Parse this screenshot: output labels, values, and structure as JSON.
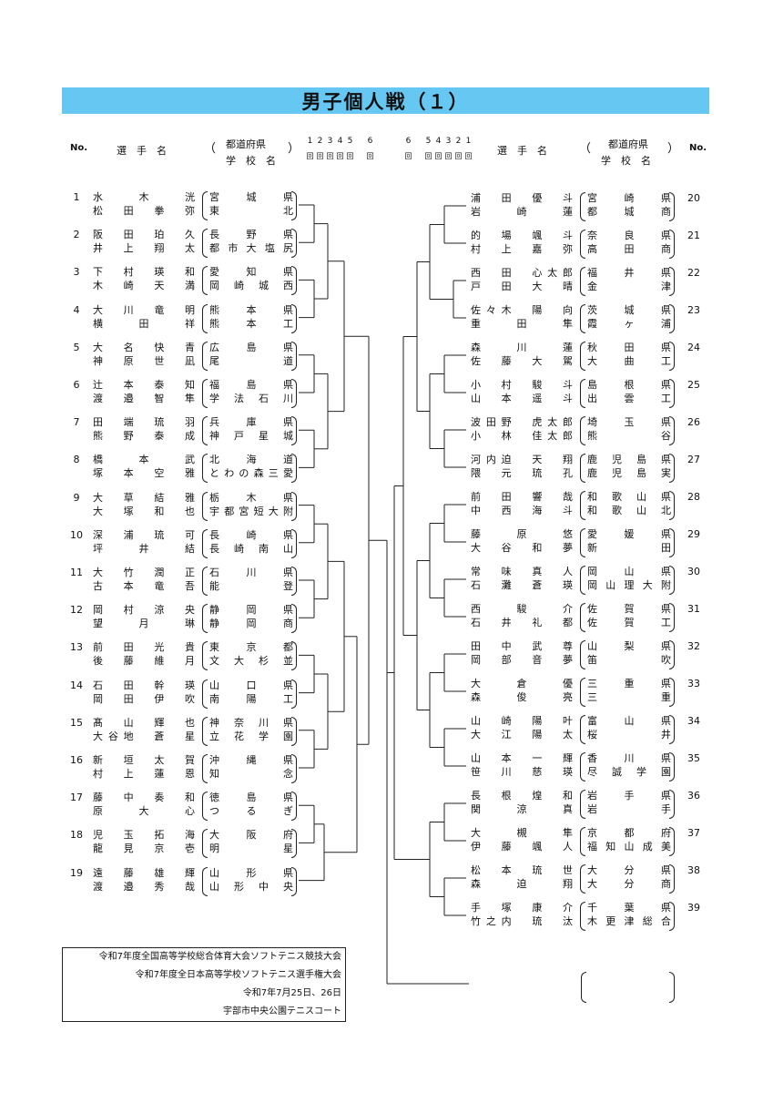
{
  "title": "男子個人戦（１）",
  "header": {
    "no_label": "No.",
    "player_label": "選　手　名",
    "pref_label": "都道府県",
    "school_label": "学　校　名",
    "rounds_left": [
      "1",
      "2",
      "3",
      "4",
      "5",
      "6"
    ],
    "rounds_right": [
      "6",
      "5",
      "4",
      "3",
      "2",
      "1"
    ],
    "round_mark": "回"
  },
  "left_entries": [
    {
      "no": "1",
      "p1": "水　木　洸",
      "p2": "松　田　拳　弥",
      "s1": "宮　城　県",
      "s2": "東　北"
    },
    {
      "no": "2",
      "p1": "阪　田　珀　久",
      "p2": "井　上　翔　太",
      "s1": "長　野　県",
      "s2": "都市大塩尻"
    },
    {
      "no": "3",
      "p1": "下　村　瑛　和",
      "p2": "木　崎　天　満",
      "s1": "愛　知　県",
      "s2": "岡崎城西"
    },
    {
      "no": "4",
      "p1": "大　川　竜　明",
      "p2": "横　田　祥",
      "s1": "熊　本　県",
      "s2": "熊　本　工"
    },
    {
      "no": "5",
      "p1": "大　名　快　青",
      "p2": "神　原　世　凪",
      "s1": "広　島　県",
      "s2": "尾　道"
    },
    {
      "no": "6",
      "p1": "辻　本　泰　知",
      "p2": "渡　邉　智　隼",
      "s1": "福　島　県",
      "s2": "学法石川"
    },
    {
      "no": "7",
      "p1": "田　端　琉　羽",
      "p2": "熊　野　泰　成",
      "s1": "兵　庫　県",
      "s2": "神戸星城"
    },
    {
      "no": "8",
      "p1": "橋　本　武",
      "p2": "塚　本　空　雅",
      "s1": "北　海　道",
      "s2": "とわの森三愛"
    },
    {
      "no": "9",
      "p1": "大　草　結　雅",
      "p2": "大　塚　和　也",
      "s1": "栃　木　県",
      "s2": "宇都宮短大附"
    },
    {
      "no": "10",
      "p1": "深　浦　琉　可",
      "p2": "坪　井　結",
      "s1": "長　崎　県",
      "s2": "長崎南山"
    },
    {
      "no": "11",
      "p1": "大　竹　潤　正",
      "p2": "古　本　竜　吾",
      "s1": "石　川　県",
      "s2": "能　登"
    },
    {
      "no": "12",
      "p1": "岡　村　涼　央",
      "p2": "望　月　琳",
      "s1": "静　岡　県",
      "s2": "静　岡　商"
    },
    {
      "no": "13",
      "p1": "前　田　光　貴",
      "p2": "後　藤　維　月",
      "s1": "東　京　都",
      "s2": "文大杉並"
    },
    {
      "no": "14",
      "p1": "石　田　幹　瑛",
      "p2": "岡　田　伊　吹",
      "s1": "山　口　県",
      "s2": "南　陽　工"
    },
    {
      "no": "15",
      "p1": "髙　山　輝　也",
      "p2": "大谷地　蒼　星",
      "s1": "神奈川県",
      "s2": "立花学園"
    },
    {
      "no": "16",
      "p1": "新　垣　太　賀",
      "p2": "村　上　蓮　恩",
      "s1": "沖　縄　県",
      "s2": "知　念"
    },
    {
      "no": "17",
      "p1": "藤　中　奏　和",
      "p2": "原　大　心",
      "s1": "徳　島　県",
      "s2": "つ　る　ぎ"
    },
    {
      "no": "18",
      "p1": "児　玉　拓　海",
      "p2": "龍　見　京　壱",
      "s1": "大　阪　府",
      "s2": "明　星"
    },
    {
      "no": "19",
      "p1": "遠　藤　雄　輝",
      "p2": "渡　邉　秀　哉",
      "s1": "山　形　県",
      "s2": "山形中央"
    }
  ],
  "right_entries": [
    {
      "no": "20",
      "p1": "浦　田　優　斗",
      "p2": "岩　崎　蓮",
      "s1": "宮　崎　県",
      "s2": "都　城　商"
    },
    {
      "no": "21",
      "p1": "的　場　颯　斗",
      "p2": "村　上　嘉　弥",
      "s1": "奈　良　県",
      "s2": "高　田　商"
    },
    {
      "no": "22",
      "p1": "西　田　心太郎",
      "p2": "戸　田　大　晴",
      "s1": "福　井　県",
      "s2": "金　津"
    },
    {
      "no": "23",
      "p1": "佐々木　陽　向",
      "p2": "重　田　隼",
      "s1": "茨　城　県",
      "s2": "霞　ヶ　浦"
    },
    {
      "no": "24",
      "p1": "森　川　蓮",
      "p2": "佐　藤　大　駕",
      "s1": "秋　田　県",
      "s2": "大　曲　工"
    },
    {
      "no": "25",
      "p1": "小　村　駿　斗",
      "p2": "山　本　遥　斗",
      "s1": "島　根　県",
      "s2": "出　雲　工"
    },
    {
      "no": "26",
      "p1": "波田野　虎太郎",
      "p2": "小　林　佳太郎",
      "s1": "埼　玉　県",
      "s2": "熊　谷"
    },
    {
      "no": "27",
      "p1": "河内迫　天　翔",
      "p2": "隈　元　琉　孔",
      "s1": "鹿児島県",
      "s2": "鹿児島実"
    },
    {
      "no": "28",
      "p1": "前　田　響　哉",
      "p2": "中　西　海　斗",
      "s1": "和歌山県",
      "s2": "和歌山北"
    },
    {
      "no": "29",
      "p1": "藤　原　悠",
      "p2": "大　谷　和　夢",
      "s1": "愛　媛　県",
      "s2": "新　田"
    },
    {
      "no": "30",
      "p1": "常　味　真　人",
      "p2": "石　灘　蒼　瑛",
      "s1": "岡　山　県",
      "s2": "岡山理大附"
    },
    {
      "no": "31",
      "p1": "西　駿　介",
      "p2": "石　井　礼　都",
      "s1": "佐　賀　県",
      "s2": "佐　賀　工"
    },
    {
      "no": "32",
      "p1": "田　中　武　尊",
      "p2": "岡　部　音　夢",
      "s1": "山　梨　県",
      "s2": "笛　吹"
    },
    {
      "no": "33",
      "p1": "大　倉　優",
      "p2": "森　俊　亮",
      "s1": "三　重　県",
      "s2": "三　重"
    },
    {
      "no": "34",
      "p1": "山　崎　陽　叶",
      "p2": "大　江　陽　太",
      "s1": "富　山　県",
      "s2": "桜　井"
    },
    {
      "no": "35",
      "p1": "山　本　一　輝",
      "p2": "笹　川　慈　瑛",
      "s1": "香　川　県",
      "s2": "尽誠学園"
    },
    {
      "no": "36",
      "p1": "長　根　煌　和",
      "p2": "関　涼　真",
      "s1": "岩　手　県",
      "s2": "岩　手"
    },
    {
      "no": "37",
      "p1": "大　槻　隼",
      "p2": "伊　藤　颯　人",
      "s1": "京　都　府",
      "s2": "福知山成美"
    },
    {
      "no": "38",
      "p1": "松　本　琉　世",
      "p2": "森　迫　翔",
      "s1": "大　分　県",
      "s2": "大　分　商"
    },
    {
      "no": "39",
      "p1": "手　塚　康　介",
      "p2": "竹之内　琉　汰",
      "s1": "千　葉　県",
      "s2": "木更津総合"
    }
  ],
  "info": {
    "line1": "令和7年度全国高等学校総合体育大会ソフトテニス競技大会",
    "line2": "令和7年度全日本高等学校ソフトテニス選手権大会",
    "line3": "令和7年7月25日、26日",
    "line4": "宇部市中央公園テニスコート"
  }
}
